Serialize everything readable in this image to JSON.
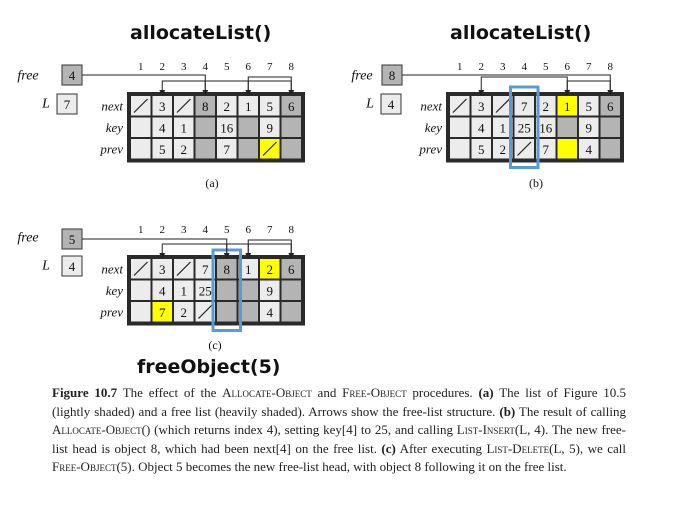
{
  "headings": {
    "a": "allocateList()",
    "b": "allocateList()",
    "c": "freeObject(5)"
  },
  "labels": {
    "free": "free",
    "L": "L",
    "next": "next",
    "key": "key",
    "prev": "prev"
  },
  "indices": [
    "1",
    "2",
    "3",
    "4",
    "5",
    "6",
    "7",
    "8"
  ],
  "colors": {
    "light": "#ececec",
    "heavy": "#b4b4b4",
    "highlight": "#ffff00",
    "box": "#5b9bd5"
  },
  "panels": {
    "a": {
      "sublabel": "(a)",
      "free_value": "4",
      "L_value": "7",
      "next": [
        "/",
        "3",
        "/",
        "8",
        "2",
        "1",
        "5",
        "6"
      ],
      "key": [
        "",
        "4",
        "1",
        "",
        "16",
        "",
        "9",
        ""
      ],
      "prev": [
        "",
        "5",
        "2",
        "",
        "7",
        "",
        "/",
        ""
      ]
    },
    "b": {
      "sublabel": "(b)",
      "free_value": "8",
      "L_value": "4",
      "next": [
        "/",
        "3",
        "/",
        "7",
        "2",
        "1",
        "5",
        "6"
      ],
      "key": [
        "",
        "4",
        "1",
        "25",
        "16",
        "",
        "9",
        ""
      ],
      "prev": [
        "",
        "5",
        "2",
        "/",
        "7",
        "",
        "4",
        ""
      ]
    },
    "c": {
      "sublabel": "(c)",
      "free_value": "5",
      "L_value": "4",
      "next": [
        "/",
        "3",
        "/",
        "7",
        "8",
        "1",
        "2",
        "6"
      ],
      "key": [
        "",
        "4",
        "1",
        "25",
        "",
        "",
        "9",
        ""
      ],
      "prev": [
        "",
        "7",
        "2",
        "/",
        "",
        "",
        "4",
        ""
      ]
    }
  },
  "caption": {
    "fig": "Figure 10.7",
    "p1": "  The effect of the ",
    "alloc": "Allocate-Object",
    "p2": " and ",
    "free": "Free-Object",
    "p3": " procedures. ",
    "a_tag": "(a)",
    "p4": " The list of Figure 10.5 (lightly shaded) and a free list (heavily shaded). Arrows show the free-list structure. ",
    "b_tag": "(b)",
    "p5": " The result of calling ",
    "alloc2": "Allocate-Object",
    "p6": "() (which returns index 4), setting key[4] to 25, and calling ",
    "insert": "List-Insert",
    "p7": "(L, 4). The new free-list head is object 8, which had been next[4] on the free list. ",
    "c_tag": "(c)",
    "p8": " After executing ",
    "delete": "List-Delete",
    "p9": "(L, 5), we call ",
    "free2": "Free-Object",
    "p10": "(5). Object 5 becomes the new free-list head, with object 8 following it on the free list."
  }
}
